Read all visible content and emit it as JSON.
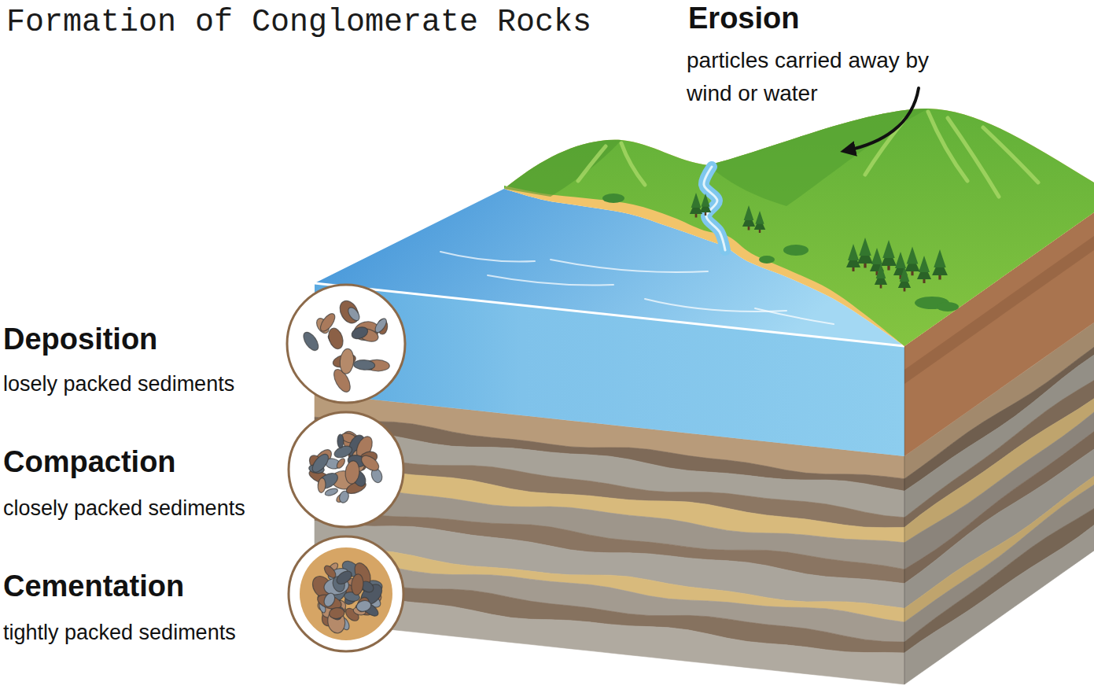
{
  "diagram": {
    "title": "Formation of Conglomerate Rocks",
    "labels": [
      "Erosion",
      "particles carried away by wind or water",
      "Deposition",
      "losely packed sediments",
      "Compaction",
      "closely packed sediments",
      "Cementation",
      "tightly packed sediments"
    ]
  }
}
